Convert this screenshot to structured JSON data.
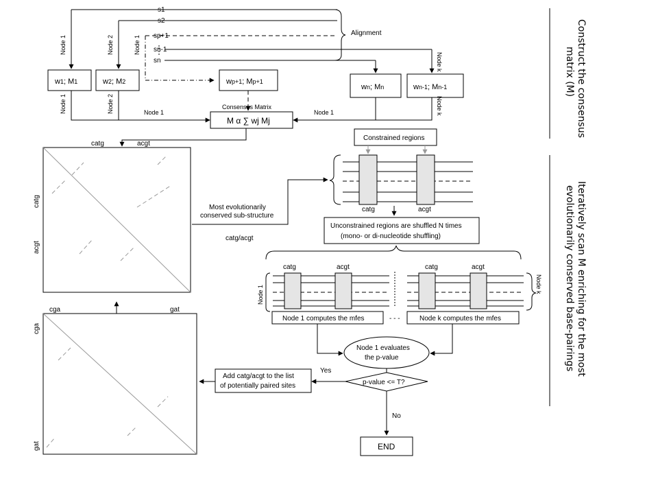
{
  "sequences": {
    "s1": "s1",
    "s2": "s2",
    "sp1": "sp+1",
    "sn1": "sn-1",
    "sn": "sn"
  },
  "alignment_label": "Alignment",
  "nodes": {
    "node1": "Node 1",
    "node2": "Node 2",
    "nodek": "Node k"
  },
  "weights": {
    "w1": {
      "w": "w",
      "ws": "1",
      "sep": "; ",
      "m": "M",
      "ms": "1"
    },
    "w2": {
      "w": "w",
      "ws": "2",
      "sep": "; ",
      "m": "M",
      "ms": "2"
    },
    "wp1": {
      "w": "w",
      "ws": "p+1",
      "sep": "; ",
      "m": "M",
      "ms": "p+1"
    },
    "wn": {
      "w": "w",
      "ws": "n",
      "sep": "; ",
      "m": "M",
      "ms": "n"
    },
    "wn1": {
      "w": "w",
      "ws": "n-1",
      "sep": "; ",
      "m": "M",
      "ms": "n-1"
    }
  },
  "consensus": {
    "title": "Consensus Matrix",
    "formula": "M α ∑ wj Mj"
  },
  "side_labels": {
    "construct_line1": "Construct the consensus",
    "construct_line2": "matrix (M)",
    "scan_line1": "Iteratively scan M enriching for the most",
    "scan_line2": "evolutionarily conserved base-pairings"
  },
  "matrix_labels": {
    "top_left": "catg",
    "top_right": "acgt",
    "left_top": "catg",
    "left_bottom": "acgt",
    "bottom_top_left": "cga",
    "bottom_top_right": "gat",
    "bottom_left_top": "cga",
    "bottom_left_bottom": "gat"
  },
  "conserved": {
    "line1": "Most evolutionarily",
    "line2": "conserved sub-structure",
    "pair": "catg/acgt"
  },
  "constrained_regions": "Constrained regions",
  "region_labels": {
    "a": "catg",
    "b": "acgt"
  },
  "shuffle": {
    "line1": "Unconstrained regions are shuffled N times",
    "line2": "(mono- or di-nucleotide shuffling)"
  },
  "compute": {
    "node1": "Node 1 computes the mfes",
    "nodek": "Node k computes the mfes",
    "ellipsis": "- - -"
  },
  "evaluate": {
    "line1": "Node 1 evaluates",
    "line2": "the p-value"
  },
  "decision": {
    "text": "p-value <= T?",
    "yes": "Yes",
    "no": "No"
  },
  "add_sites": {
    "line1": "Add catg/acgt to the list",
    "line2": "of potentially paired sites"
  },
  "end": "END"
}
